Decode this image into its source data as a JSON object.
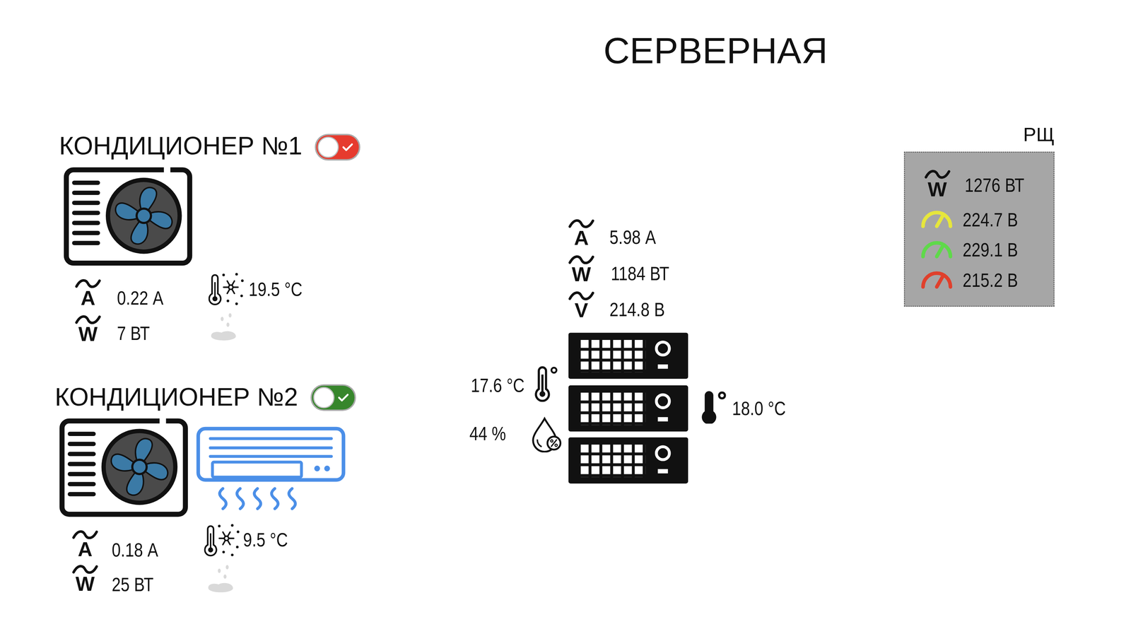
{
  "diagram": {
    "title": "СЕРВЕРНАЯ",
    "nodes": [
      {
        "text": [
          "РЩ",
          "W",
          "1276 ВТ",
          "224.7 В",
          "229.1 В",
          "215.2 В"
        ]
      }
    ],
    "labels": [
      "КОНДИЦИОНЕР №1",
      "A",
      "0.22 А",
      "W",
      "7 ВТ",
      "19.5 °C",
      "КОНДИЦИОНЕР №2",
      "A",
      "0.18 А",
      "W",
      "25 ВТ",
      "9.5 °C",
      "A",
      "5.98 А",
      "W",
      "1184 ВТ",
      "V",
      "214.8 В",
      "17.6 °C",
      "44 %",
      "18.0 °C"
    ]
  }
}
